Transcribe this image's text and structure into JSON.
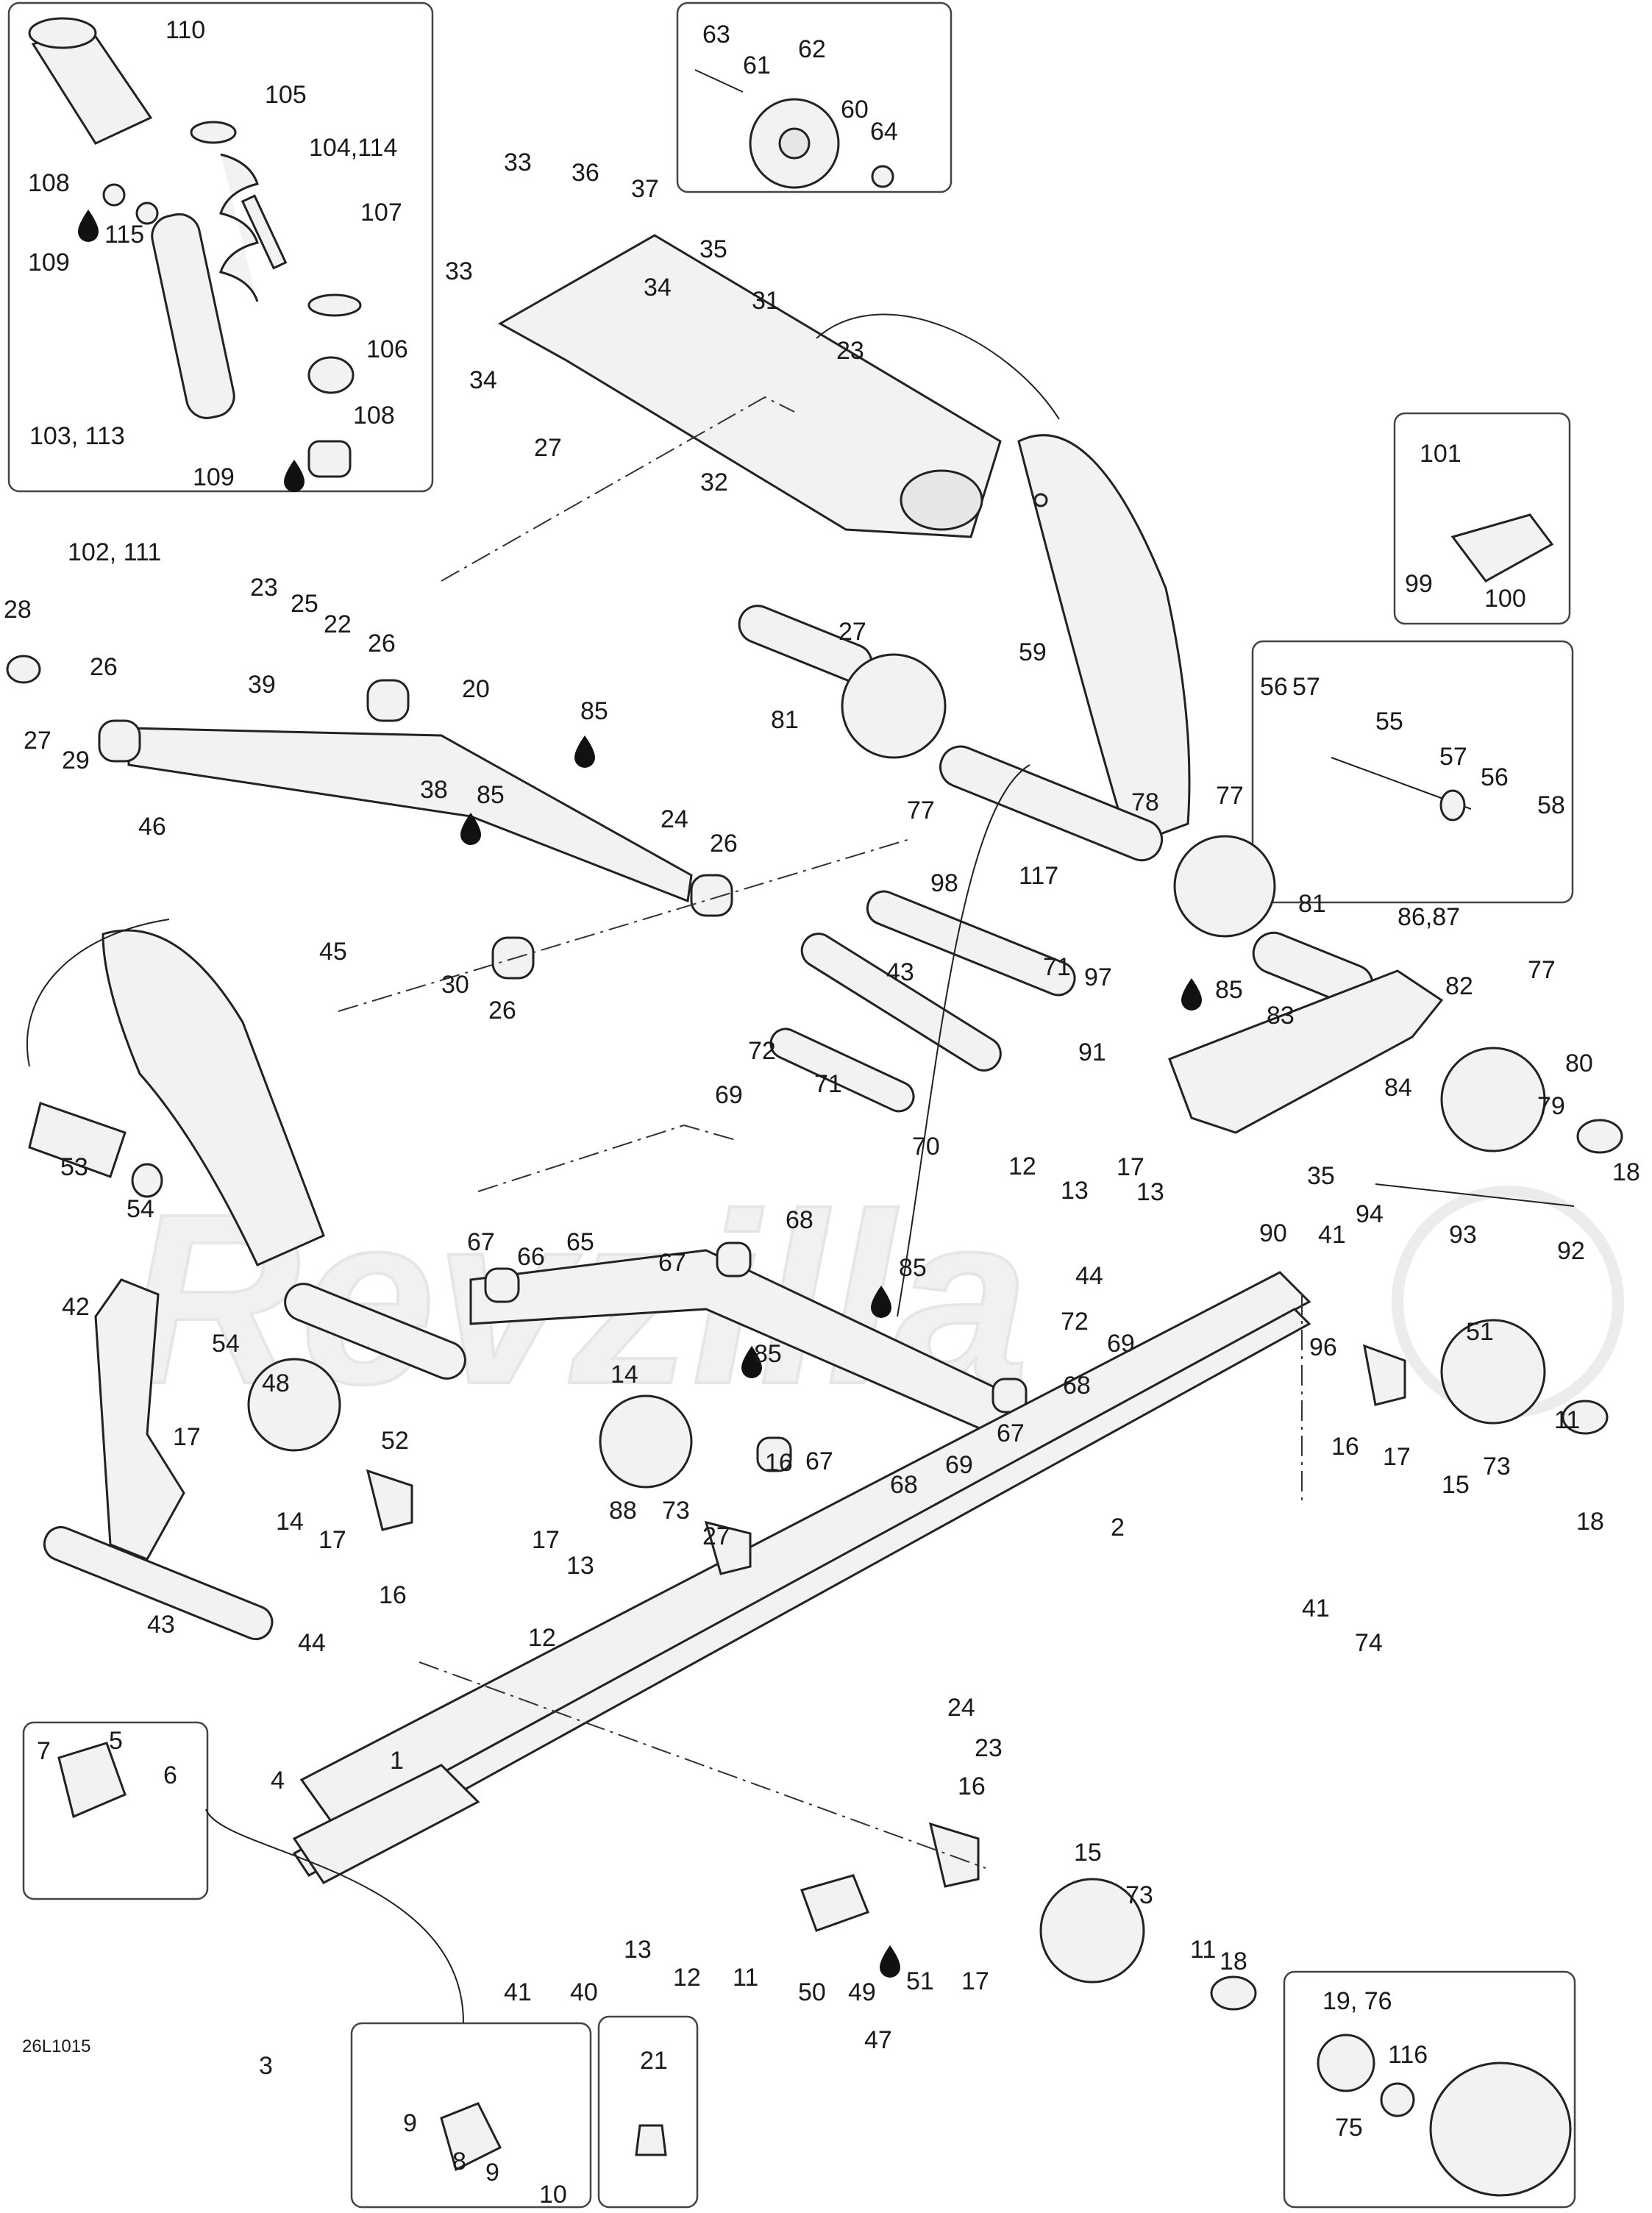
{
  "figure": {
    "code": "26L1015",
    "watermark": "Revzilla"
  },
  "colors": {
    "line": "#222222",
    "part_fill": "#f2f2f2",
    "watermark": "#ececec"
  },
  "callouts": {
    "n110": "110",
    "n105": "105",
    "n104_114": "104,114",
    "n108a": "108",
    "n107": "107",
    "n109a": "109",
    "n115": "115",
    "n106": "106",
    "n103_113": "103, 113",
    "n108b": "108",
    "n109b": "109",
    "n102_111": "102, 111",
    "n63": "63",
    "n61": "61",
    "n62": "62",
    "n60": "60",
    "n64": "64",
    "n33a": "33",
    "n36": "36",
    "n37": "37",
    "n35a": "35",
    "n33b": "33",
    "n34a": "34",
    "n31": "31",
    "n23a": "23",
    "n34b": "34",
    "n27a": "27",
    "n32": "32",
    "n27b": "27",
    "n101": "101",
    "n99": "99",
    "n100": "100",
    "n59": "59",
    "n81a": "81",
    "n77a": "77",
    "n56a": "56",
    "n57a": "57",
    "n55": "55",
    "n57b": "57",
    "n56b": "56",
    "n58": "58",
    "n28": "28",
    "n27c": "27",
    "n29": "29",
    "n26a": "26",
    "n23b": "23",
    "n25": "25",
    "n22": "22",
    "n26b": "26",
    "n39": "39",
    "n20": "20",
    "n85a": "85",
    "n38": "38",
    "n85b": "85",
    "n46": "46",
    "n24a": "24",
    "n26c": "26",
    "n45": "45",
    "n30": "30",
    "n26d": "26",
    "n78": "78",
    "n117": "117",
    "n77b": "77",
    "n98": "98",
    "n81b": "81",
    "n86_87": "86,87",
    "n71a": "71",
    "n97": "97",
    "n85c": "85",
    "n43a": "43",
    "n82": "82",
    "n77c": "77",
    "n83": "83",
    "n91": "91",
    "n84": "84",
    "n80": "80",
    "n79": "79",
    "n18a": "18",
    "n35b": "35",
    "n94": "94",
    "n93": "93",
    "n92": "92",
    "n72a": "72",
    "n71b": "71",
    "n69a": "69",
    "n70": "70",
    "n68a": "68",
    "n12a": "12",
    "n13a": "13",
    "n17a": "17",
    "n13b": "13",
    "n44a": "44",
    "n72b": "72",
    "n69b": "69",
    "n68b": "68",
    "n90": "90",
    "n41a": "41",
    "n96": "96",
    "n51a": "51",
    "n53": "53",
    "n54a": "54",
    "n67a": "67",
    "n66": "66",
    "n65": "65",
    "n67b": "67",
    "n85d": "85",
    "n85e": "85",
    "n67c": "67",
    "n67d": "67",
    "n42": "42",
    "n54b": "54",
    "n48": "48",
    "n17b": "17",
    "n52": "52",
    "n14a": "14",
    "n14b": "14",
    "n17c": "17",
    "n16a": "16",
    "n16b": "16",
    "n88": "88",
    "n73a": "73",
    "n27d": "27",
    "n69c": "69",
    "n68c": "68",
    "n16c": "16",
    "n17d": "17",
    "n15a": "15",
    "n73b": "73",
    "n11a": "11",
    "n18b": "18",
    "n2": "2",
    "n41b": "41",
    "n74": "74",
    "n43b": "43",
    "n44b": "44",
    "n17e": "17",
    "n13c": "13",
    "n12b": "12",
    "n24b": "24",
    "n23c": "23",
    "n7": "7",
    "n5": "5",
    "n6": "6",
    "n4": "4",
    "n1": "1",
    "n3": "3",
    "n13d": "13",
    "n12c": "12",
    "n11b": "11",
    "n41c": "41",
    "n40": "40",
    "n16d": "16",
    "n17f": "17",
    "n15b": "15",
    "n73c": "73",
    "n11c": "11",
    "n18c": "18",
    "n50": "50",
    "n49": "49",
    "n51b": "51",
    "n47": "47",
    "n9a": "9",
    "n8": "8",
    "n9b": "9",
    "n10": "10",
    "n21": "21",
    "n19_76": "19, 76",
    "n116": "116",
    "n75": "75"
  }
}
